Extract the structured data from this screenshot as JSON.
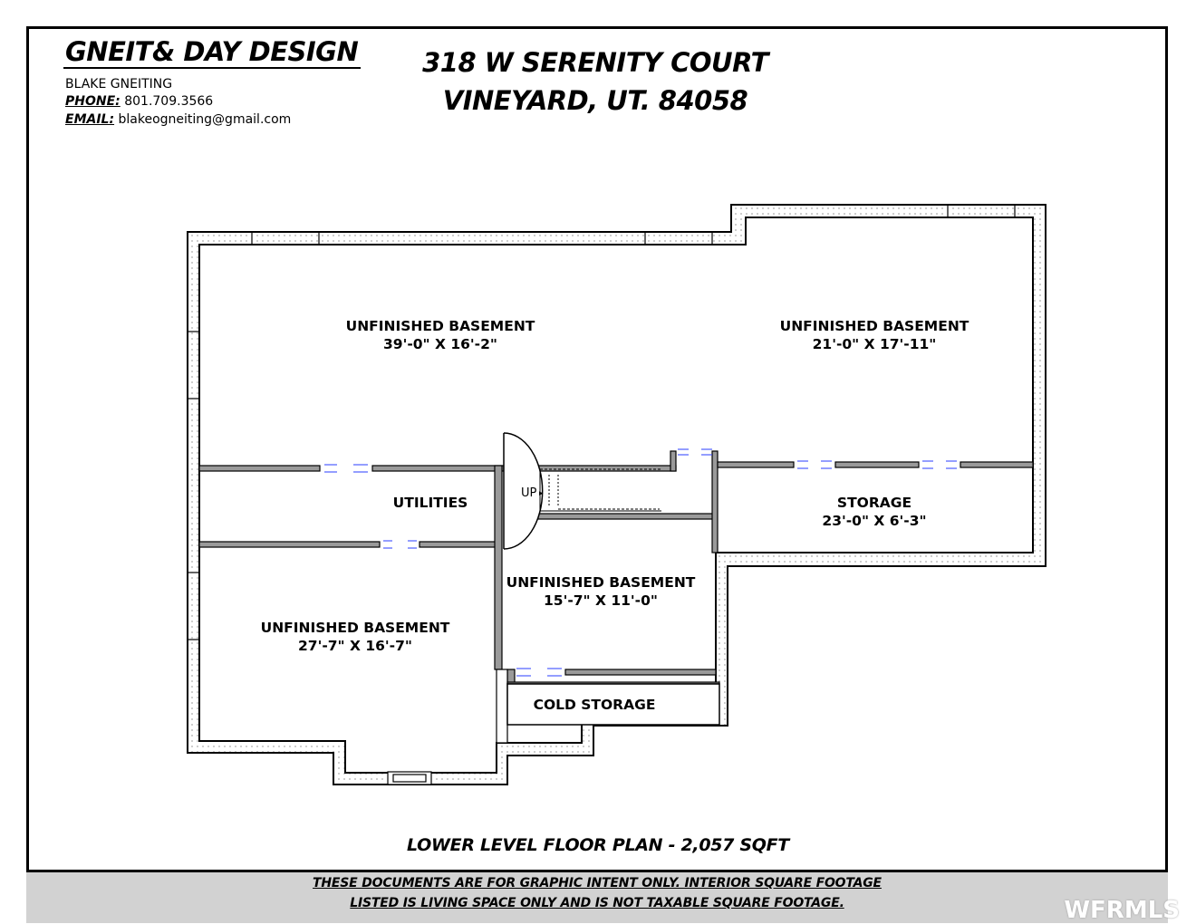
{
  "firm": {
    "name": "GNEIT& DAY DESIGN",
    "person": "BLAKE GNEITING",
    "phone_label": "PHONE:",
    "phone": "801.709.3566",
    "email_label": "EMAIL:",
    "email": "blakeogneiting@gmail.com"
  },
  "address": {
    "line1": "318 W SERENITY COURT",
    "line2": "VINEYARD, UT. 84058"
  },
  "rooms": {
    "basement_north": {
      "name": "UNFINISHED BASEMENT",
      "dims": "39'-0\" X 16'-2\""
    },
    "basement_east": {
      "name": "UNFINISHED BASEMENT",
      "dims": "21'-0\" X 17'-11\""
    },
    "utilities": {
      "name": "UTILITIES"
    },
    "storage": {
      "name": "STORAGE",
      "dims": "23'-0\" X 6'-3\""
    },
    "basement_center": {
      "name": "UNFINISHED BASEMENT",
      "dims": "15'-7\" X 11'-0\""
    },
    "basement_southwest": {
      "name": "UNFINISHED BASEMENT",
      "dims": "27'-7\" X 16'-7\""
    },
    "cold_storage": {
      "name": "COLD STORAGE"
    }
  },
  "stair_label": "UP",
  "plan_title": "LOWER LEVEL FLOOR PLAN - 2,057 SQFT",
  "disclaimer": {
    "line1": "THESE DOCUMENTS ARE FOR GRAPHIC INTENT ONLY.   INTERIOR SQUARE FOOTAGE",
    "line2": "LISTED IS LIVING SPACE ONLY AND IS NOT TAXABLE SQUARE FOOTAGE."
  },
  "watermark": "WFRMLS",
  "colors": {
    "wall": "#000000",
    "wall_fill": "#9a9a9a",
    "opening": "#2a3cff",
    "disclaimer_bg": "#d2d2d2"
  }
}
